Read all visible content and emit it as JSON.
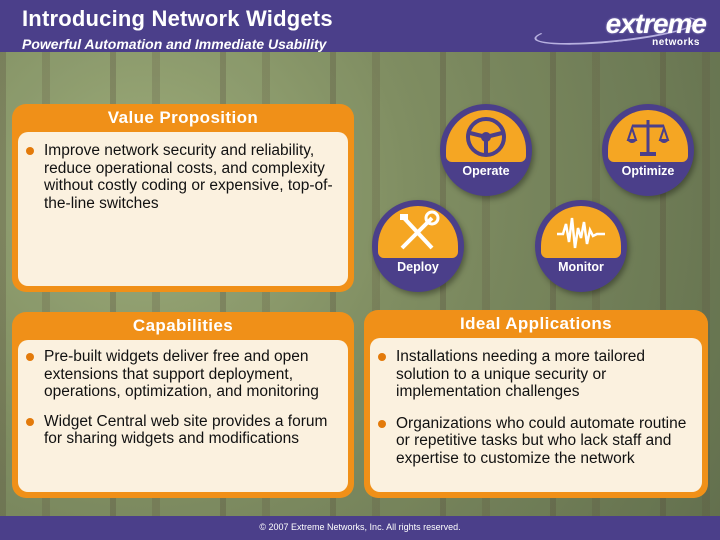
{
  "header": {
    "title": "Introducing Network Widgets",
    "subtitle": "Powerful Automation and Immediate Usability",
    "logo_main": "extreme",
    "logo_sub": "networks"
  },
  "value_proposition": {
    "heading": "Value Proposition",
    "items": [
      "Improve network security and reliability, reduce operational costs, and complexity without costly coding or expensive, top-of-the-line switches"
    ]
  },
  "badges": [
    {
      "label": "Operate",
      "icon": "steering-wheel-icon"
    },
    {
      "label": "Optimize",
      "icon": "scales-icon"
    },
    {
      "label": "Deploy",
      "icon": "tools-icon"
    },
    {
      "label": "Monitor",
      "icon": "waveform-icon"
    }
  ],
  "capabilities": {
    "heading": "Capabilities",
    "items": [
      "Pre-built widgets deliver free and open extensions that support deployment, operations, optimization, and monitoring",
      "Widget Central web site provides a forum for sharing widgets and modifications"
    ]
  },
  "ideal_applications": {
    "heading": "Ideal Applications",
    "items": [
      "Installations needing a more tailored solution to a unique security or implementation challenges",
      "Organizations who could automate routine or repetitive tasks but who lack staff and expertise to customize the network"
    ]
  },
  "footer": {
    "copyright": "© 2007 Extreme Networks, Inc. All rights reserved."
  },
  "colors": {
    "header_purple": "#4b3f8a",
    "panel_orange": "#f09018",
    "panel_fill": "#fbf1df",
    "badge_gold": "#f5a623"
  }
}
